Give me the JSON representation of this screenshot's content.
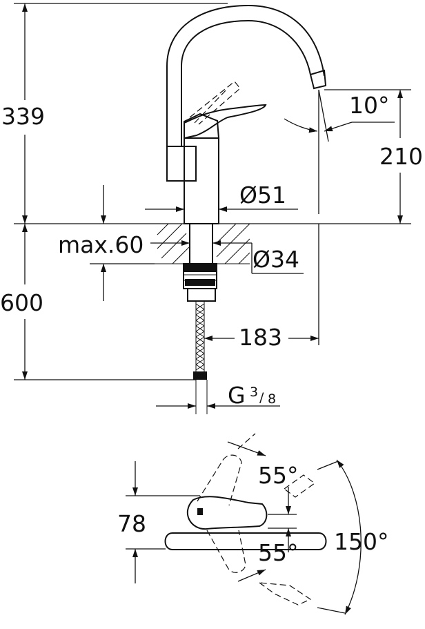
{
  "dimensions": {
    "total_height": "339",
    "spout_height": "210",
    "spout_angle": "10°",
    "base_diameter": "Ø51",
    "max_deck_thickness": "max.60",
    "shank_diameter": "Ø34",
    "hose_length": "600",
    "spout_reach": "183",
    "thread_main": "G",
    "thread_num": "3",
    "thread_den": "8",
    "lever_height": "78",
    "lever_angle_top": "55°",
    "lever_angle_bottom": "55°",
    "swivel_angle": "150°"
  }
}
